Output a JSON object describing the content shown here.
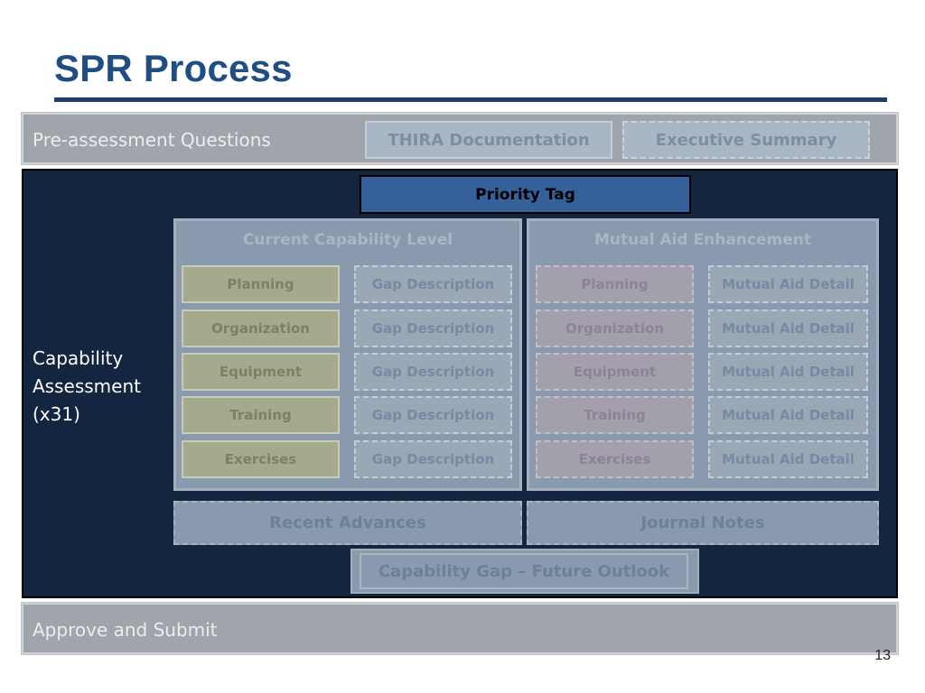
{
  "title": "SPR Process",
  "page_number": "13",
  "pre_assessment": {
    "label": "Pre-assessment Questions",
    "thira": "THIRA Documentation",
    "executive_summary": "Executive Summary"
  },
  "capability_assessment": {
    "label_line1": "Capability",
    "label_line2": "Assessment",
    "label_line3": "(x31)",
    "priority_tag": "Priority Tag",
    "current_panel": {
      "title": "Current Capability Level",
      "rows": [
        {
          "element": "Planning",
          "gap": "Gap Description"
        },
        {
          "element": "Organization",
          "gap": "Gap Description"
        },
        {
          "element": "Equipment",
          "gap": "Gap Description"
        },
        {
          "element": "Training",
          "gap": "Gap Description"
        },
        {
          "element": "Exercises",
          "gap": "Gap Description"
        }
      ]
    },
    "mutual_panel": {
      "title": "Mutual Aid Enhancement",
      "rows": [
        {
          "element": "Planning",
          "detail": "Mutual Aid Detail"
        },
        {
          "element": "Organization",
          "detail": "Mutual Aid Detail"
        },
        {
          "element": "Equipment",
          "detail": "Mutual Aid Detail"
        },
        {
          "element": "Training",
          "detail": "Mutual Aid Detail"
        },
        {
          "element": "Exercises",
          "detail": "Mutual Aid Detail"
        }
      ]
    },
    "recent_advances": "Recent Advances",
    "journal_notes": "Journal Notes",
    "future_outlook": "Capability Gap – Future Outlook"
  },
  "approve": {
    "label": "Approve and Submit"
  }
}
